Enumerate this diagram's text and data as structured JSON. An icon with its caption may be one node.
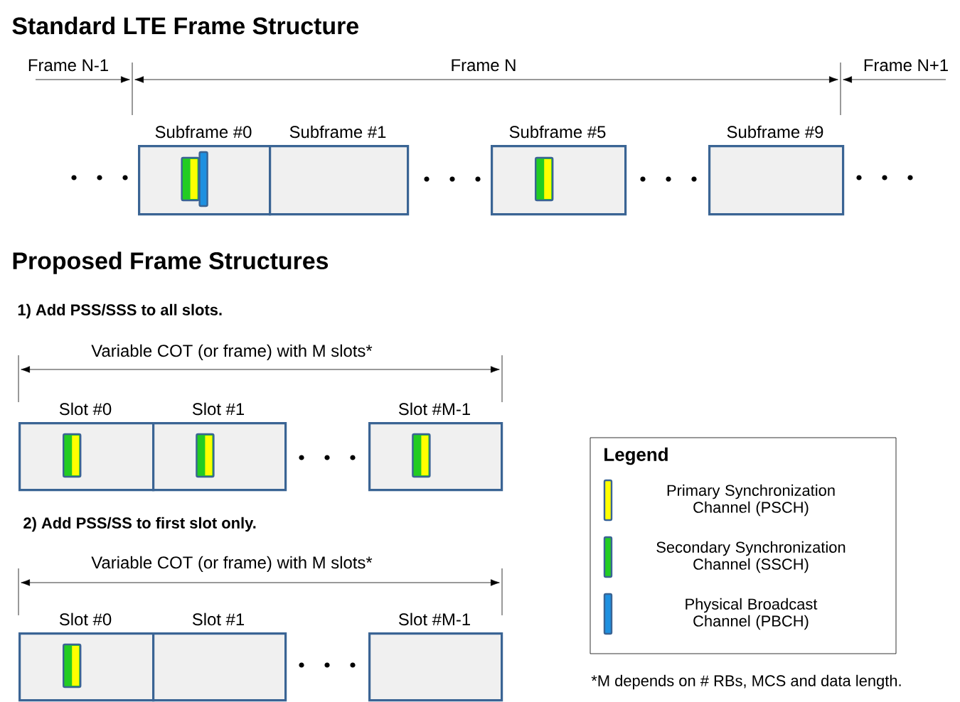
{
  "diagram": {
    "title": "Standard LTE Frame Structure",
    "nodes": [
      {
        "text": [
          "Subframe #0"
        ]
      },
      {
        "text": [
          "Subframe #1"
        ]
      },
      {
        "text": [
          "Subframe #5"
        ]
      },
      {
        "text": [
          "Subframe #9"
        ]
      },
      {
        "text": [
          "Slot #0"
        ]
      },
      {
        "text": [
          "Slot #1"
        ]
      },
      {
        "text": [
          "Slot #M-1"
        ]
      },
      {
        "text": [
          "Slot #0"
        ]
      },
      {
        "text": [
          "Slot #1"
        ]
      },
      {
        "text": [
          "Slot #M-1"
        ]
      }
    ],
    "labels": [
      "Frame N-1",
      "Frame N",
      "Frame N+1",
      "Proposed  Frame Structures",
      "1) Add PSS/SSS to all slots.",
      "Variable COT (or frame) with M slots*",
      "2) Add PSS/SS to first slot only.",
      "Variable COT (or frame) with M slots*",
      "Legend",
      "*M depends on # RBs, MCS and data length."
    ],
    "legend": [
      {
        "text": "Primary Synchronization Channel (PSCH)",
        "color": "#ffff00"
      },
      {
        "text": "Secondary Synchronization Channel (SSCH)",
        "color": "#22cc22"
      },
      {
        "text": "Physical Broadcast Channel (PBCH)",
        "color": "#1e90e0"
      }
    ]
  }
}
